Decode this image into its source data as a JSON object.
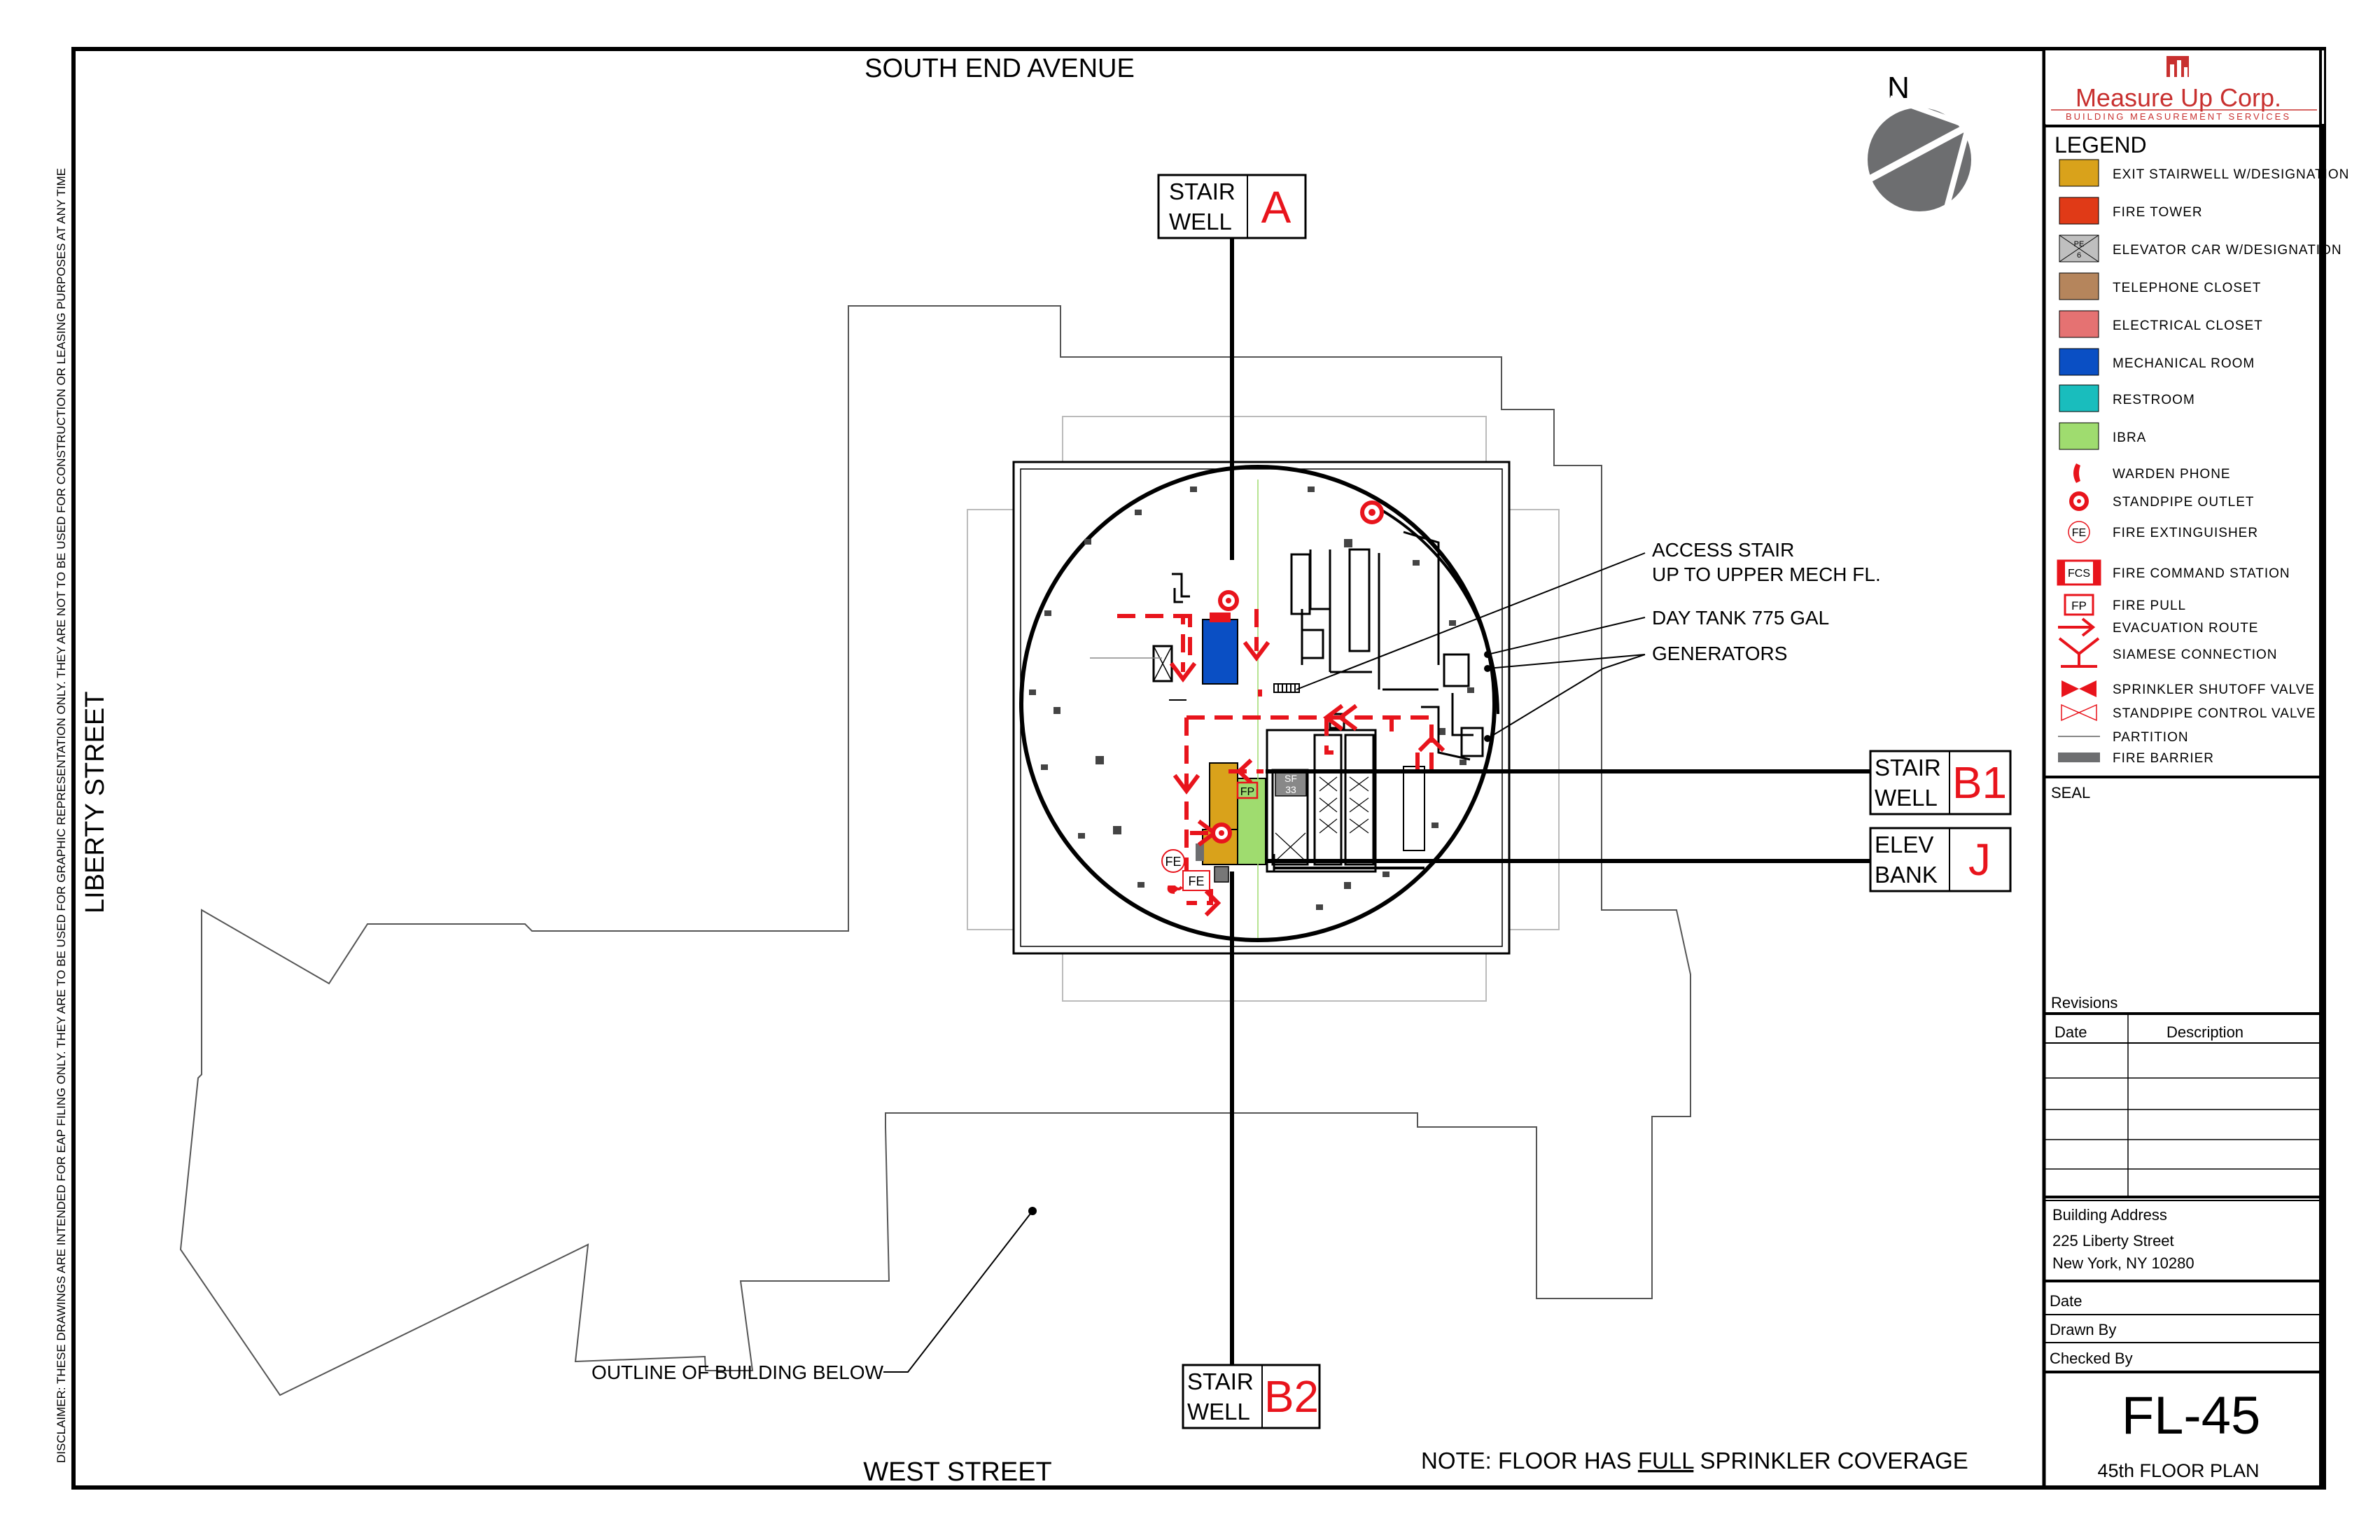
{
  "streets": {
    "north": "SOUTH END AVENUE",
    "south": "WEST STREET",
    "west": "LIBERTY STREET"
  },
  "disclaimer": "DISCLAIMER: THESE DRAWINGS ARE INTENDED FOR EAP FILING ONLY.  THEY ARE TO BE USED FOR GRAPHIC REPRESENTATION ONLY.  THEY ARE NOT TO BE USED FOR CONSTRUCTION OR LEASING PURPOSES AT ANY TIME",
  "north_label": "N",
  "callouts": [
    {
      "line1": "STAIR",
      "line2": "WELL",
      "id": "A"
    },
    {
      "line1": "STAIR",
      "line2": "WELL",
      "id": "B1"
    },
    {
      "line1": "ELEV",
      "line2": "BANK",
      "id": "J"
    },
    {
      "line1": "STAIR",
      "line2": "WELL",
      "id": "B2"
    }
  ],
  "annotations": {
    "access_stair_1": "ACCESS STAIR",
    "access_stair_2": "UP TO UPPER MECH FL.",
    "day_tank": "DAY TANK 775 GAL",
    "generators": "GENERATORS",
    "outline": "OUTLINE OF BUILDING BELOW",
    "note_pre": "NOTE: FLOOR HAS ",
    "note_full": "FULL",
    "note_post": " SPRINKLER COVERAGE"
  },
  "plan_labels": {
    "fp": "FP",
    "fe1": "FE",
    "fe2": "FE",
    "sf": "SF",
    "sf_num": "33"
  },
  "company": {
    "name": "Measure Up Corp.",
    "tagline": "BUILDING MEASUREMENT SERVICES"
  },
  "legend": {
    "title": "LEGEND",
    "items": [
      {
        "label": "EXIT STAIRWELL W/DESIGNATION",
        "color": "#D9A21B",
        "kind": "swatch"
      },
      {
        "label": "FIRE TOWER",
        "color": "#E03A17",
        "kind": "swatch"
      },
      {
        "label": "ELEVATOR CAR W/DESIGNATION",
        "color": "#BFBFBF",
        "kind": "elevator",
        "sym": "PE",
        "sym2": "6"
      },
      {
        "label": "TELEPHONE CLOSET",
        "color": "#B5855C",
        "kind": "swatch"
      },
      {
        "label": "ELECTRICAL CLOSET",
        "color": "#E57272",
        "kind": "swatch"
      },
      {
        "label": "MECHANICAL ROOM",
        "color": "#0A4FC4",
        "kind": "swatch"
      },
      {
        "label": "RESTROOM",
        "color": "#19BDBD",
        "kind": "swatch"
      },
      {
        "label": "IBRA",
        "color": "#9FDC6F",
        "kind": "swatch"
      },
      {
        "label": "WARDEN PHONE",
        "kind": "phone-icon"
      },
      {
        "label": "STANDPIPE OUTLET",
        "kind": "standpipe-icon"
      },
      {
        "label": "FIRE EXTINGUISHER",
        "kind": "extinguisher-icon",
        "sym": "FE"
      },
      {
        "label": "FIRE COMMAND STATION",
        "kind": "fcs-icon",
        "sym": "FCS"
      },
      {
        "label": "FIRE PULL",
        "kind": "firepull-icon",
        "sym": "FP"
      },
      {
        "label": "EVACUATION ROUTE",
        "kind": "evac-icon"
      },
      {
        "label": "SIAMESE CONNECTION",
        "kind": "siamese-icon"
      },
      {
        "label": "SPRINKLER SHUTOFF VALVE",
        "kind": "sprinkler-valve-icon"
      },
      {
        "label": "STANDPIPE CONTROL VALVE",
        "kind": "standpipe-valve-icon"
      },
      {
        "label": "PARTITION",
        "kind": "partition-icon"
      },
      {
        "label": "FIRE BARRIER",
        "kind": "barrier-icon"
      }
    ]
  },
  "seal_label": "SEAL",
  "revisions": {
    "title": "Revisions",
    "col_date": "Date",
    "col_desc": "Description"
  },
  "address": {
    "label": "Building Address",
    "line1": "225 Liberty Street",
    "line2": "New York, NY 10280"
  },
  "signoff": {
    "date": "Date",
    "drawn": "Drawn By",
    "checked": "Checked By"
  },
  "sheet": {
    "number": "FL-45",
    "title": "45th FLOOR PLAN"
  },
  "colors": {
    "red": "#E8141C",
    "stair": "#D9A21B",
    "mech": "#0A4FC4",
    "ibra": "#9FDC6F",
    "gray": "#6D6E70"
  }
}
